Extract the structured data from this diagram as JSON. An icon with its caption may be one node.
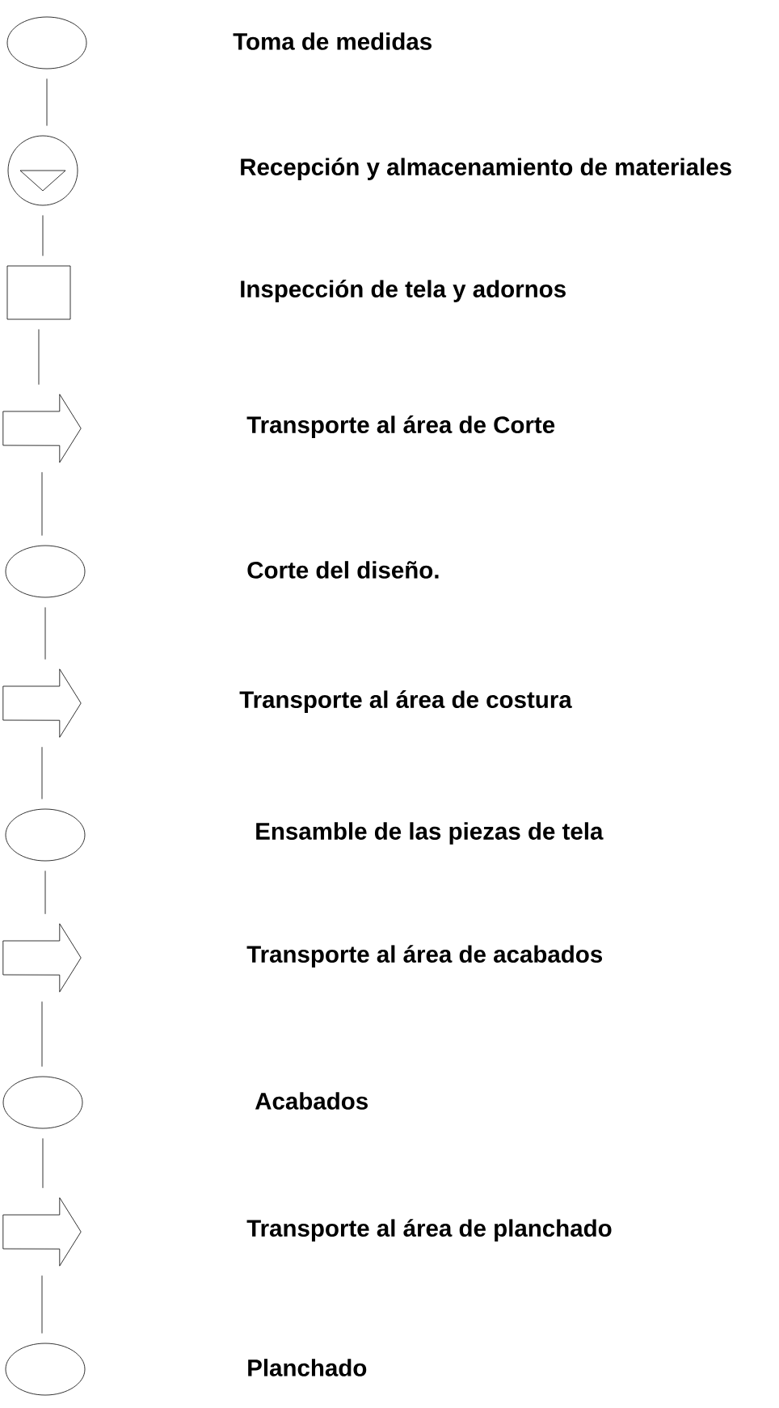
{
  "diagram": {
    "nodes": [
      {
        "text": [],
        "shape": "circle"
      },
      {
        "text": [],
        "shape": "triangle"
      },
      {
        "text": [],
        "shape": "box"
      },
      {
        "text": [],
        "shape": "arrow"
      },
      {
        "text": [],
        "shape": "circle"
      },
      {
        "text": [],
        "shape": "arrow"
      },
      {
        "text": [],
        "shape": "circle"
      },
      {
        "text": [],
        "shape": "arrow"
      },
      {
        "text": [],
        "shape": "circle"
      },
      {
        "text": [],
        "shape": "arrow"
      },
      {
        "text": [],
        "shape": "circle"
      }
    ],
    "edges": [
      {
        "from": 0,
        "to": 1,
        "arrow": "none"
      },
      {
        "from": 1,
        "to": 2,
        "arrow": "none"
      },
      {
        "from": 2,
        "to": 3,
        "arrow": "none"
      },
      {
        "from": 3,
        "to": 4,
        "arrow": "none"
      },
      {
        "from": 4,
        "to": 5,
        "arrow": "none"
      },
      {
        "from": 5,
        "to": 6,
        "arrow": "none"
      },
      {
        "from": 6,
        "to": 7,
        "arrow": "none"
      },
      {
        "from": 7,
        "to": 8,
        "arrow": "none"
      },
      {
        "from": 8,
        "to": 9,
        "arrow": "none"
      },
      {
        "from": 9,
        "to": 10,
        "arrow": "none"
      }
    ],
    "labels": [
      "Toma de medidas",
      "Recepción y almacenamiento de materiales",
      "Inspección de tela y adornos",
      "Transporte al área de Corte",
      "Corte del diseño.",
      "Transporte al área de costura",
      "Ensamble de las piezas de tela",
      "Transporte al área de acabados",
      "Acabados",
      "Transporte al área de planchado",
      "Planchado"
    ]
  }
}
